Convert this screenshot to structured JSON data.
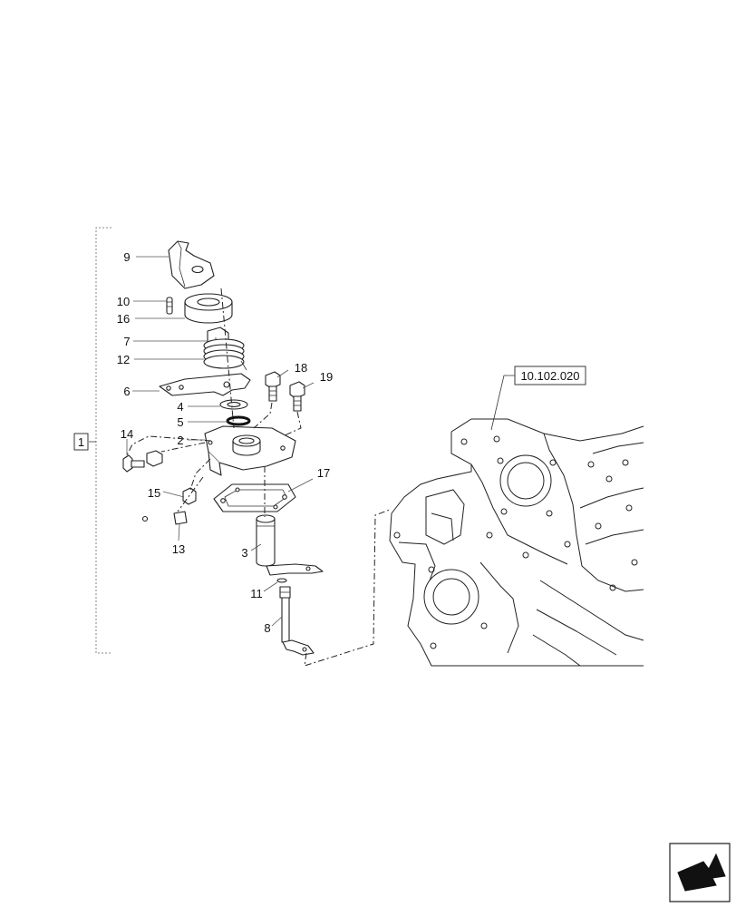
{
  "group_label": "1",
  "reference_label": "10.102.020",
  "callouts": [
    "9",
    "10",
    "16",
    "7",
    "12",
    "6",
    "4",
    "5",
    "2",
    "18",
    "19",
    "14",
    "15",
    "13",
    "17",
    "3",
    "11",
    "8"
  ],
  "nav_icon": "next-page-arrow-icon"
}
